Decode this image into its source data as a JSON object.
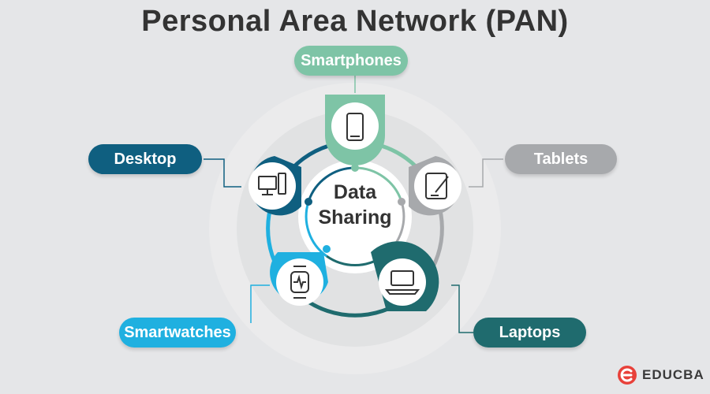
{
  "title": "Personal Area Network (PAN)",
  "center": {
    "line1": "Data",
    "line2": "Sharing"
  },
  "devices": [
    {
      "id": "smartphones",
      "label": "Smartphones",
      "icon": "smartphone-icon",
      "color": "#7ec4a6"
    },
    {
      "id": "tablets",
      "label": "Tablets",
      "icon": "tablet-icon",
      "color": "#a7a9ac"
    },
    {
      "id": "laptops",
      "label": "Laptops",
      "icon": "laptop-icon",
      "color": "#1f6b6e"
    },
    {
      "id": "smartwatches",
      "label": "Smartwatches",
      "icon": "smartwatch-icon",
      "color": "#1fb0e0"
    },
    {
      "id": "desktop",
      "label": "Desktop",
      "icon": "desktop-icon",
      "color": "#0f5f80"
    }
  ],
  "brand": {
    "name": "EDUCBA",
    "color": "#e8413a"
  }
}
